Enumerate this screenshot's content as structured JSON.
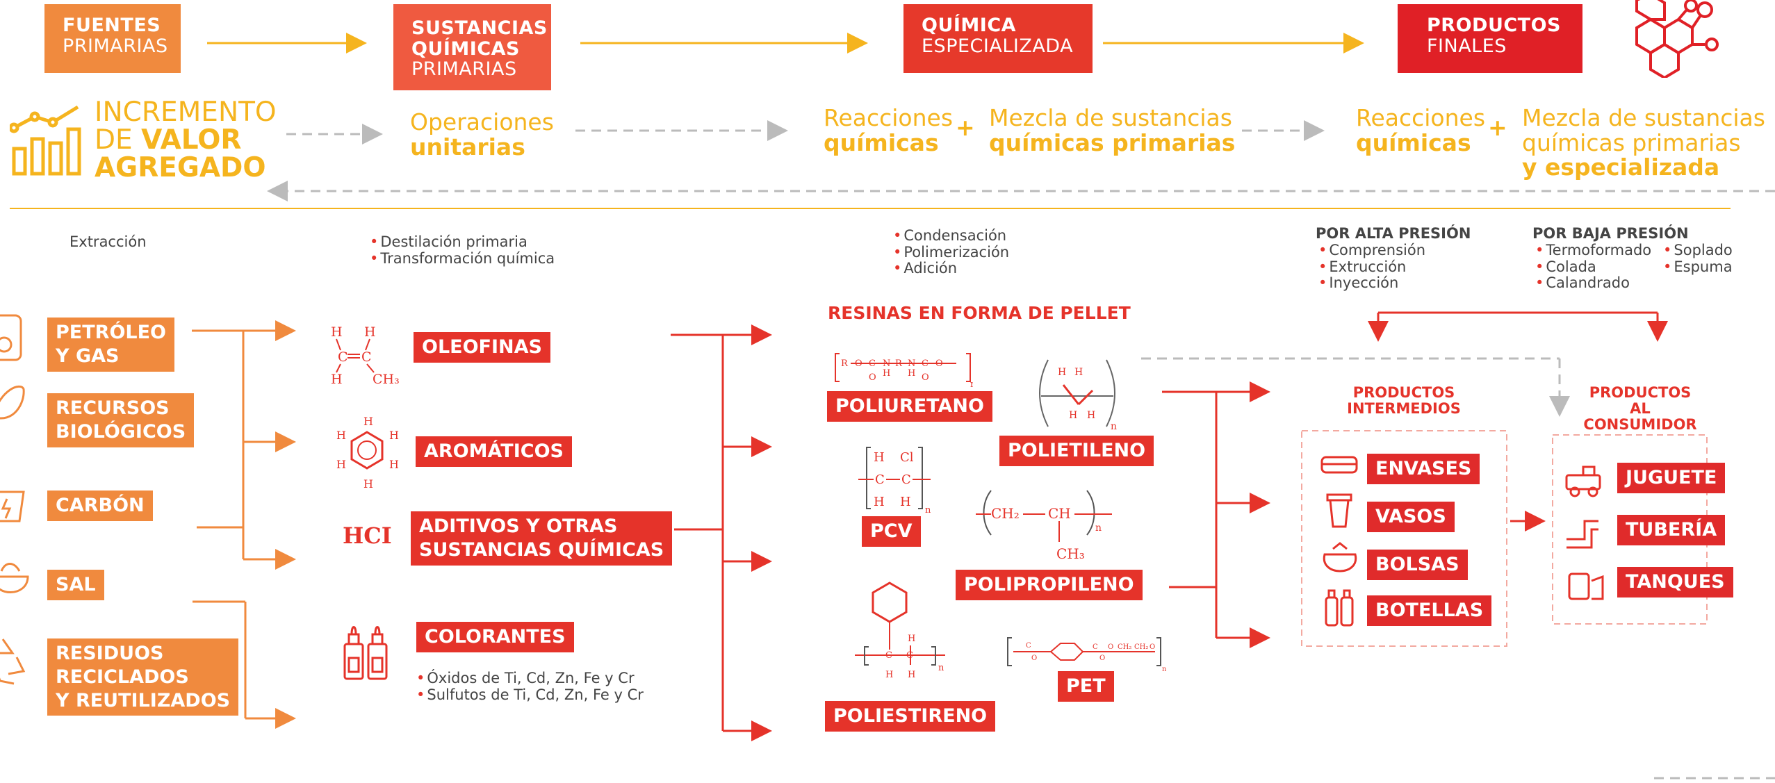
{
  "header": {
    "stage1": {
      "bold": "FUENTES",
      "light": "PRIMARIAS"
    },
    "stage2": {
      "bold1": "SUSTANCIAS",
      "bold2": "QUÍMICAS",
      "light": "PRIMARIAS"
    },
    "stage3": {
      "bold": "QUÍMICA",
      "light": "ESPECIALIZADA"
    },
    "stage4": {
      "bold": "PRODUCTOS",
      "light": "FINALES"
    }
  },
  "value_added": {
    "line1": "INCREMENTO",
    "line2_light": "DE ",
    "line2_bold": "VALOR",
    "line3": "AGREGADO"
  },
  "processes": {
    "p1": {
      "light": "Operaciones",
      "bold": "unitarias"
    },
    "p2": {
      "light": "Reacciones",
      "bold": "químicas"
    },
    "p3": {
      "light": "Mezcla de sustancias",
      "bold": "químicas primarias"
    },
    "p4": {
      "light": "Reacciones",
      "bold": "químicas"
    },
    "p5": {
      "light1": "Mezcla de sustancias",
      "light2": "químicas primarias",
      "bold": "y especializada"
    },
    "plus": "+"
  },
  "notes": {
    "extraccion": "Extracción",
    "col2": [
      "Destilación primaria",
      "Transformación química"
    ],
    "col3": [
      "Condensación",
      "Polimerización",
      "Adición"
    ],
    "alta_title": "POR ALTA PRESIÓN",
    "alta_items": [
      "Comprensión",
      "Extrucción",
      "Inyección"
    ],
    "baja_title": "POR BAJA PRESIÓN",
    "baja_col1": [
      "Termoformado",
      "Colada",
      "Calandrado"
    ],
    "baja_col2": [
      "Soplado",
      "Espuma"
    ]
  },
  "sources": [
    "PETRÓLEO\nY GAS",
    "RECURSOS\nBIOLÓGICOS",
    "CARBÓN",
    "SAL",
    "RESIDUOS\nRECICLADOS\nY REUTILIZADOS"
  ],
  "substances": {
    "oleofinas": "OLEOFINAS",
    "aromaticos": "AROMÁTICOS",
    "aditivos": "ADITIVOS Y OTRAS\nSUSTANCIAS QUÍMICAS",
    "hcl": "HCI",
    "colorantes": "COLORANTES",
    "colorantes_notes": [
      "Óxidos de Ti, Cd, Zn, Fe y Cr",
      "Sulfutos de Ti, Cd, Zn, Fe y Cr"
    ]
  },
  "resins": {
    "title": "RESINAS EN FORMA DE PELLET",
    "poliuretano": "POLIURETANO",
    "polietileno": "POLIETILENO",
    "pcv": "PCV",
    "polipropileno": "POLIPROPILENO",
    "poliestireno": "POLIESTIRENO",
    "pet": "PET"
  },
  "intermedios": {
    "title1": "PRODUCTOS",
    "title2": "INTERMEDIOS",
    "items": [
      "ENVASES",
      "VASOS",
      "BOLSAS",
      "BOTELLAS"
    ]
  },
  "consumidor": {
    "title1": "PRODUCTOS",
    "title2": "AL CONSUMIDOR",
    "items": [
      "JUGUETE",
      "TUBERÍA",
      "TANQUES"
    ]
  },
  "colors": {
    "orange": "#f08a3e",
    "red": "#e5332a",
    "yellow": "#f5b41e",
    "gray": "#bbbbbb"
  }
}
